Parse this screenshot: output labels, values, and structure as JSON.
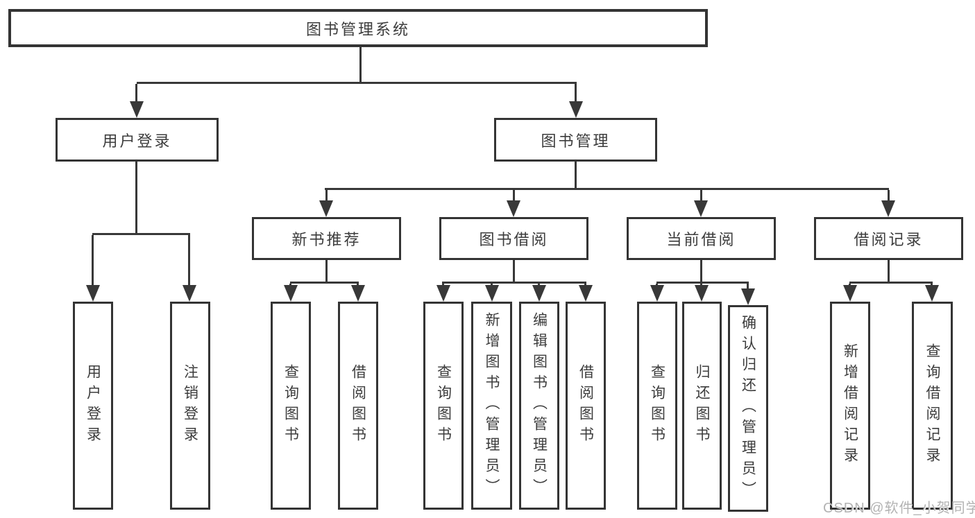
{
  "diagram": {
    "type": "tree",
    "root": {
      "label": "图书管理系统"
    },
    "branches": [
      {
        "label": "用户登录",
        "children": [
          {
            "label": "用户登录"
          },
          {
            "label": "注销登录"
          }
        ]
      },
      {
        "label": "图书管理",
        "children": [
          {
            "label": "新书推荐",
            "children": [
              {
                "label": "查询图书"
              },
              {
                "label": "借阅图书"
              }
            ]
          },
          {
            "label": "图书借阅",
            "children": [
              {
                "label": "查询图书"
              },
              {
                "label": "新增图书（管理员）"
              },
              {
                "label": "编辑图书（管理员）"
              },
              {
                "label": "借阅图书"
              }
            ]
          },
          {
            "label": "当前借阅",
            "children": [
              {
                "label": "查询图书"
              },
              {
                "label": "归还图书"
              },
              {
                "label": "确认归还（管理员）"
              }
            ]
          },
          {
            "label": "借阅记录",
            "children": [
              {
                "label": "新增借阅记录"
              },
              {
                "label": "查询借阅记录"
              }
            ]
          }
        ]
      }
    ],
    "colors": {
      "line": "#383838",
      "box_border": "#343434",
      "text": "#3c3c3c",
      "background": "#ffffff",
      "watermark": "#b3b3b3"
    }
  },
  "watermark": {
    "text": "CSDN @软件_小贺同学"
  }
}
